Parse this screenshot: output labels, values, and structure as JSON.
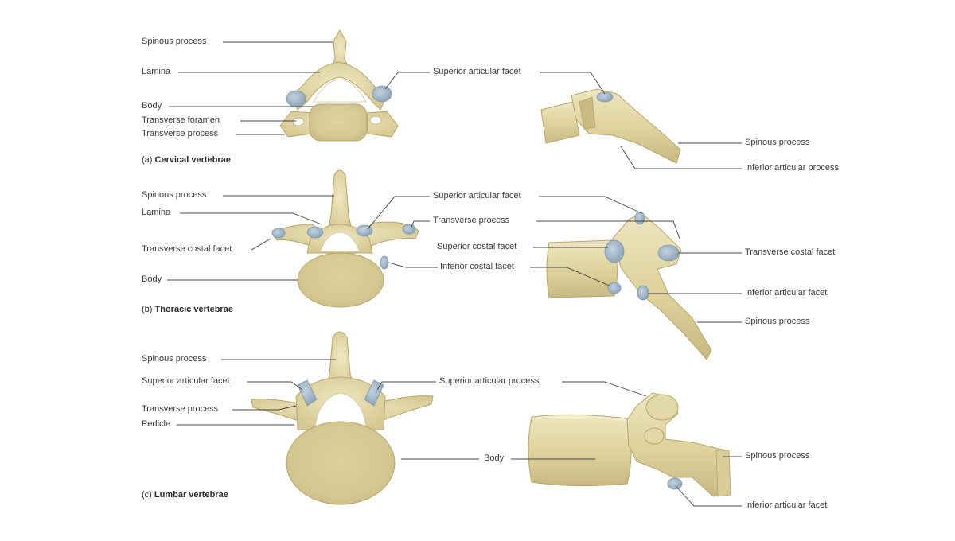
{
  "cervical": {
    "caption_prefix": "(a)",
    "caption": "Cervical vertebrae",
    "superior_labels": [
      "Spinous process",
      "Lamina",
      "Body",
      "Transverse foramen",
      "Transverse process"
    ],
    "lateral_labels": [
      "Superior articular facet",
      "Spinous process",
      "Inferior articular process"
    ]
  },
  "thoracic": {
    "caption_prefix": "(b)",
    "caption": "Thoracic vertebrae",
    "superior_left_labels": [
      "Spinous process",
      "Lamina",
      "Transverse costal facet",
      "Body"
    ],
    "superior_right_labels": [
      "Superior articular facet",
      "Transverse process",
      "Superior costal facet",
      "Inferior costal facet"
    ],
    "lateral_labels": [
      "Transverse costal facet",
      "Inferior articular facet",
      "Spinous process"
    ]
  },
  "lumbar": {
    "caption_prefix": "(c)",
    "caption": "Lumbar vertebrae",
    "superior_labels": [
      "Spinous process",
      "Superior articular facet",
      "Transverse process",
      "Pedicle"
    ],
    "middle_labels": [
      "Superior articular process",
      "Body"
    ],
    "lateral_labels": [
      "Spinous process",
      "Inferior articular facet"
    ]
  },
  "colors": {
    "bone": "#e7ddb1",
    "bone_dark": "#cbbd86",
    "bone_outline": "#b6a66c",
    "cartilage": "#9fb6c9",
    "canal": "#ffffff",
    "leader": "#444444"
  }
}
